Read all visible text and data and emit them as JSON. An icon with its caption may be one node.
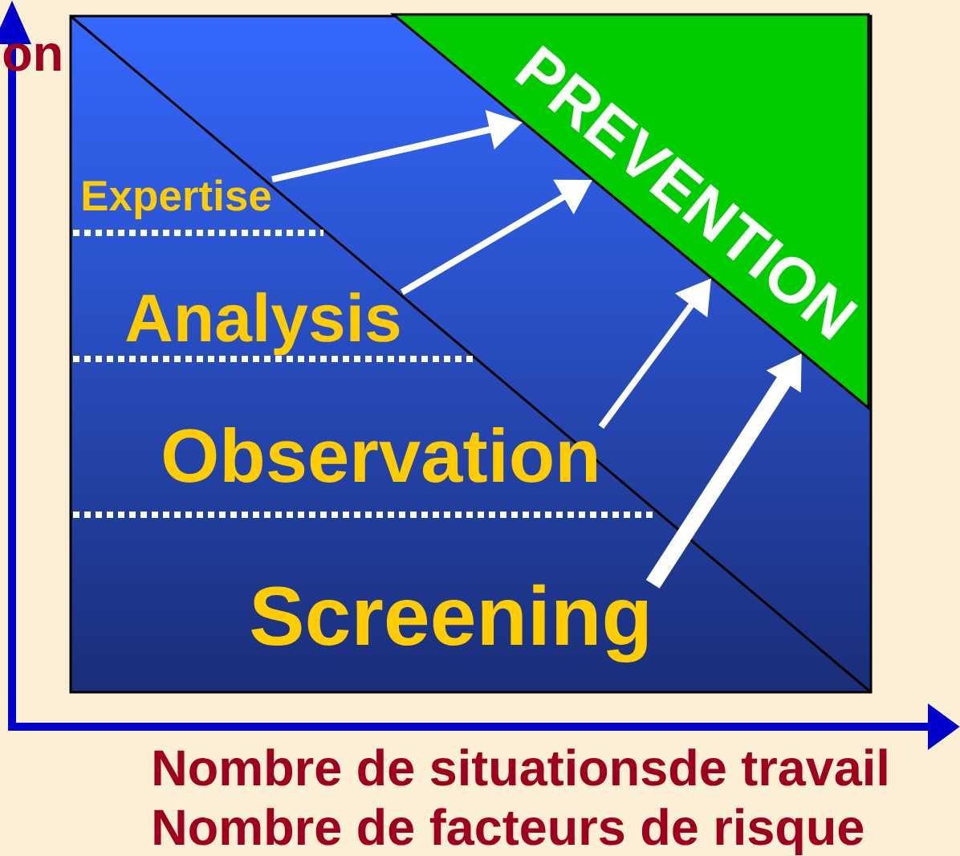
{
  "diagram": {
    "nodes": [
      {
        "text": [
          "Expertise"
        ]
      },
      {
        "text": [
          "Analysis"
        ]
      },
      {
        "text": [
          "Observation"
        ]
      },
      {
        "text": [
          "Screening"
        ]
      },
      {
        "text": [
          "PREVENTION"
        ]
      }
    ],
    "edges": [
      {
        "from": 0,
        "to": 4,
        "arrow": "to"
      },
      {
        "from": 1,
        "to": 4,
        "arrow": "to"
      },
      {
        "from": 2,
        "to": 4,
        "arrow": "to"
      },
      {
        "from": 3,
        "to": 4,
        "arrow": "to",
        "style": "thick"
      }
    ],
    "labels": [
      "on",
      "Nombre de situationsde travail",
      "Nombre de facteurs de risque"
    ]
  }
}
